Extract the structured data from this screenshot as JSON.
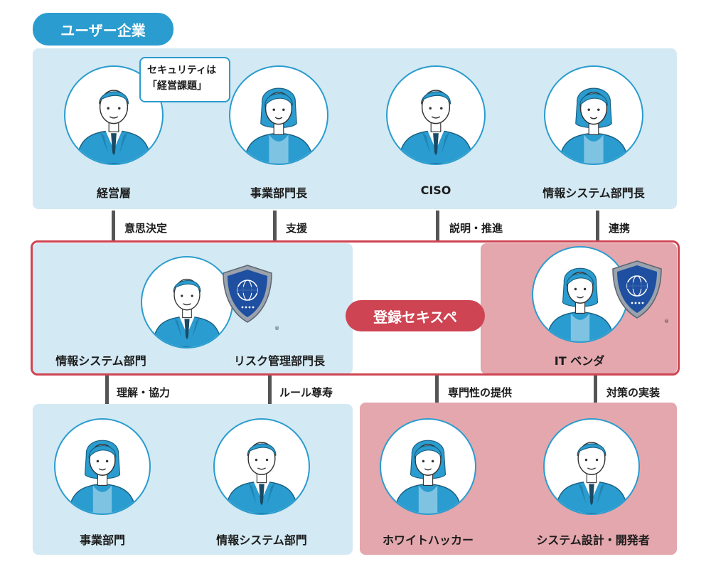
{
  "header": {
    "title": "ユーザー企業"
  },
  "speech_bubble": {
    "line1": "セキュリティは",
    "line2": "「経営課題」"
  },
  "top_roles": [
    "経営層",
    "事業部門長",
    "CISO",
    "情報システム部門長"
  ],
  "top_connectors": [
    "意思決定",
    "支援",
    "説明・推進",
    "連携"
  ],
  "center": {
    "badge": "登録セキスペ",
    "left_roles": [
      "情報システム部門",
      "リスク管理部門長"
    ],
    "right_role": "IT ベンダ",
    "registered_mark": "®"
  },
  "bottom_connectors": [
    "理解・協力",
    "ルール尊寿",
    "専門性の提供",
    "対策の実装"
  ],
  "bottom_left_roles": [
    "事業部門",
    "情報システム部門"
  ],
  "bottom_right_roles": [
    "ホワイトハッカー",
    "システム設計・開発者"
  ],
  "colors": {
    "accent_blue": "#2a9ccf",
    "panel_blue": "#d3e9f3",
    "panel_pink": "#e3a7ad",
    "accent_red": "#cf4452"
  }
}
